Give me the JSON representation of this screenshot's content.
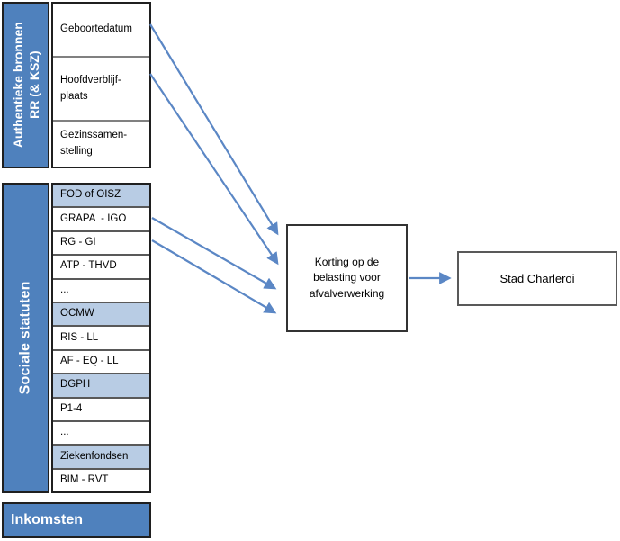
{
  "authentieke": {
    "label": "Authentieke bronnen\nRR (& KSZ)",
    "rows": [
      "Geboortedatum",
      "Hoofdverblijf-\nplaats",
      "Gezinssamen-\nstelling"
    ]
  },
  "sociale": {
    "label": "Sociale statuten",
    "rows": [
      {
        "text": "FOD of OISZ"
      },
      {
        "text": "GRAPA  - IGO"
      },
      {
        "text": "RG - GI"
      },
      {
        "text": "ATP - THVD"
      },
      {
        "text": "..."
      },
      {
        "text": "OCMW"
      },
      {
        "text": "RIS - LL"
      },
      {
        "text": "AF - EQ - LL"
      },
      {
        "text": "DGPH"
      },
      {
        "text": "P1-4"
      },
      {
        "text": "..."
      },
      {
        "text": "Ziekenfondsen"
      },
      {
        "text": "BIM - RVT"
      }
    ]
  },
  "inkomsten": {
    "label": "Inkomsten"
  },
  "process_box": {
    "text": "Korting op de belasting voor afvalverwerking"
  },
  "target_box": {
    "text": "Stad Charleroi"
  },
  "colors": {
    "bar_blue": "#4F81BD",
    "header_row_blue": "#B8CCE4",
    "arrow_blue": "#5B87C5"
  }
}
